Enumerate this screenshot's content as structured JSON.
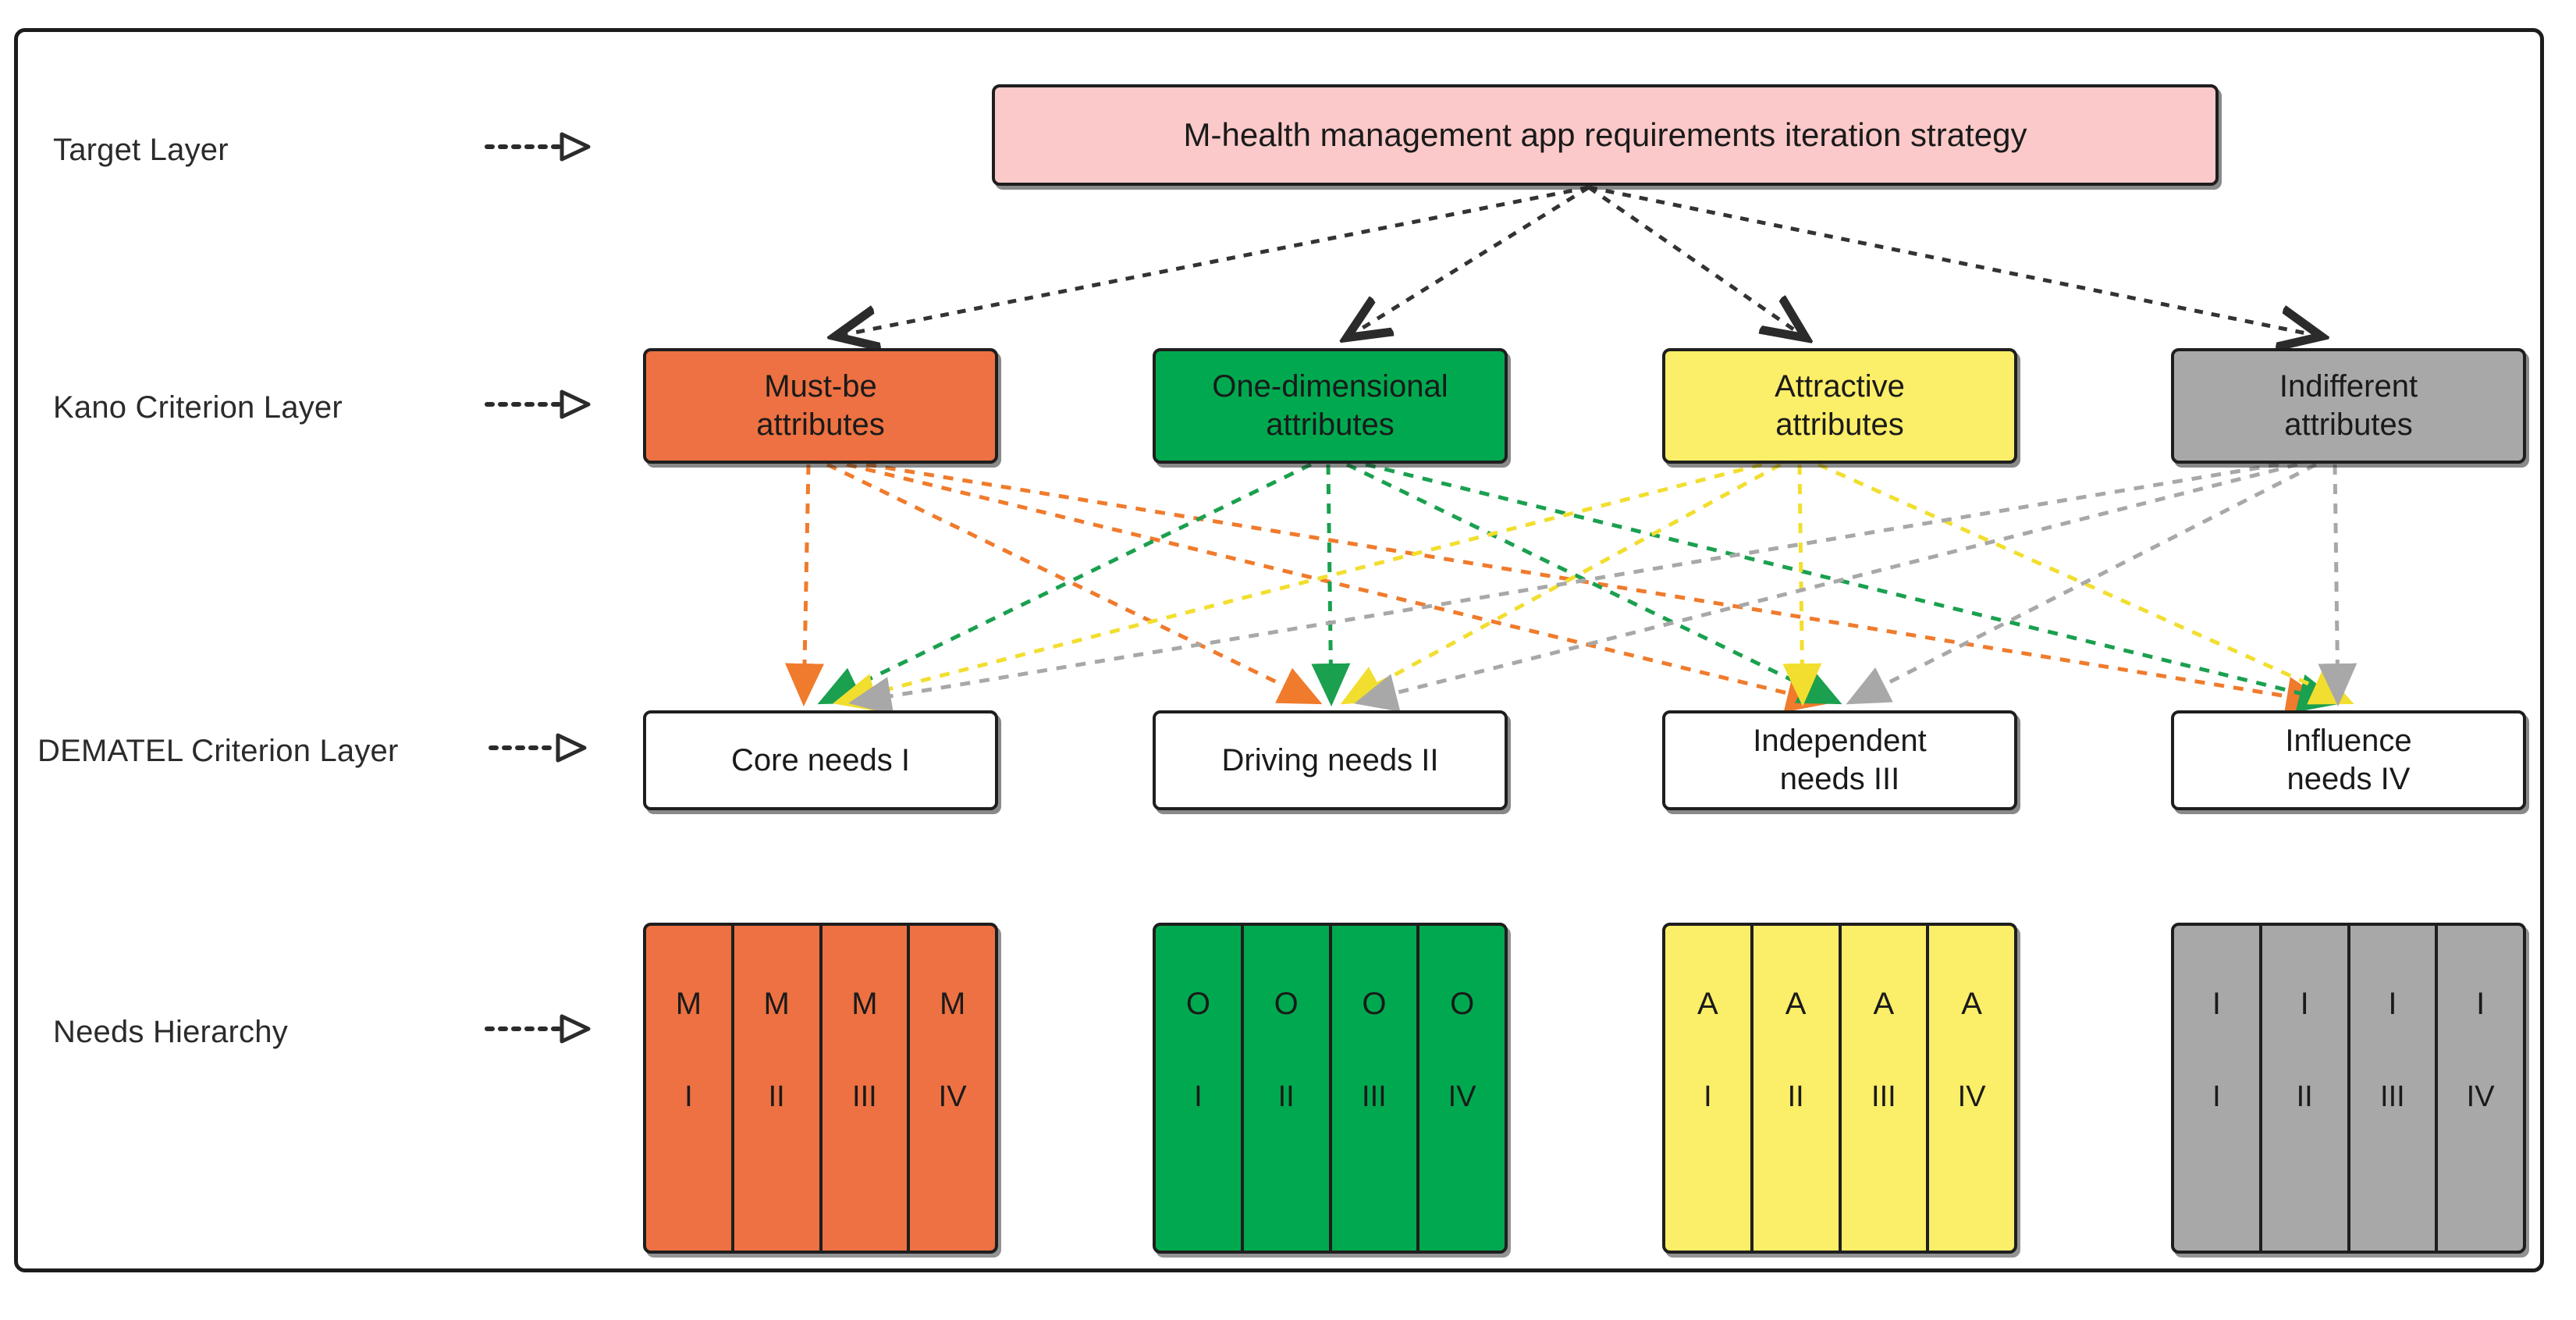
{
  "diagram": {
    "title": "M-health management app requirements iteration strategy hierarchy",
    "colors": {
      "target_fill": "#FBC9C9",
      "must_be": "#ED7142",
      "one_dimensional": "#00A94F",
      "attractive": "#FBEE68",
      "indifferent": "#A8A8A8",
      "outline": "#1E1E1E",
      "page_background": "#FFFFFF"
    },
    "rows": [
      {
        "label": "Target Layer",
        "arrow_icon": "dotted-arrow-icon"
      },
      {
        "label": "Kano Criterion Layer",
        "arrow_icon": "dotted-arrow-icon"
      },
      {
        "label": "DEMATEL Criterion Layer",
        "arrow_icon": "dotted-arrow-icon"
      },
      {
        "label": "Needs Hierarchy",
        "arrow_icon": "dotted-arrow-icon"
      }
    ],
    "target_layer": {
      "node": {
        "text": "M-health management app requirements iteration strategy"
      }
    },
    "kano_layer": {
      "nodes": [
        {
          "line1": "Must-be",
          "line2": "attributes",
          "color": "#ED7142"
        },
        {
          "line1": "One-dimensional",
          "line2": "attributes",
          "color": "#00A94F"
        },
        {
          "line1": "Attractive",
          "line2": "attributes",
          "color": "#FBEE68"
        },
        {
          "line1": "Indifferent",
          "line2": "attributes",
          "color": "#A8A8A8"
        }
      ]
    },
    "dematel_layer": {
      "nodes": [
        {
          "line1": "Core needs I",
          "line2": ""
        },
        {
          "line1": "Driving needs  II",
          "line2": ""
        },
        {
          "line1": "Independent",
          "line2": "needs III"
        },
        {
          "line1": "Influence",
          "line2": "needs  IV"
        }
      ]
    },
    "needs_hierarchy": {
      "groups": [
        {
          "color": "#ED7142",
          "cells": [
            {
              "code": "M",
              "num": "I"
            },
            {
              "code": "M",
              "num": "II"
            },
            {
              "code": "M",
              "num": "III"
            },
            {
              "code": "M",
              "num": "IV"
            }
          ]
        },
        {
          "color": "#00A94F",
          "cells": [
            {
              "code": "O",
              "num": "I"
            },
            {
              "code": "O",
              "num": "II"
            },
            {
              "code": "O",
              "num": "III"
            },
            {
              "code": "O",
              "num": "IV"
            }
          ]
        },
        {
          "color": "#FBEE68",
          "cells": [
            {
              "code": "A",
              "num": "I"
            },
            {
              "code": "A",
              "num": "II"
            },
            {
              "code": "A",
              "num": "III"
            },
            {
              "code": "A",
              "num": "IV"
            }
          ]
        },
        {
          "color": "#A8A8A8",
          "cells": [
            {
              "code": "I",
              "num": "I"
            },
            {
              "code": "I",
              "num": "II"
            },
            {
              "code": "I",
              "num": "III"
            },
            {
              "code": "I",
              "num": "IV"
            }
          ]
        }
      ]
    },
    "edges": {
      "target_to_kano": {
        "style": "dashed",
        "color": "#333333",
        "count": 4
      },
      "kano_to_dematel": {
        "style": "dashed",
        "fully_connected": true,
        "count": 16
      }
    }
  }
}
